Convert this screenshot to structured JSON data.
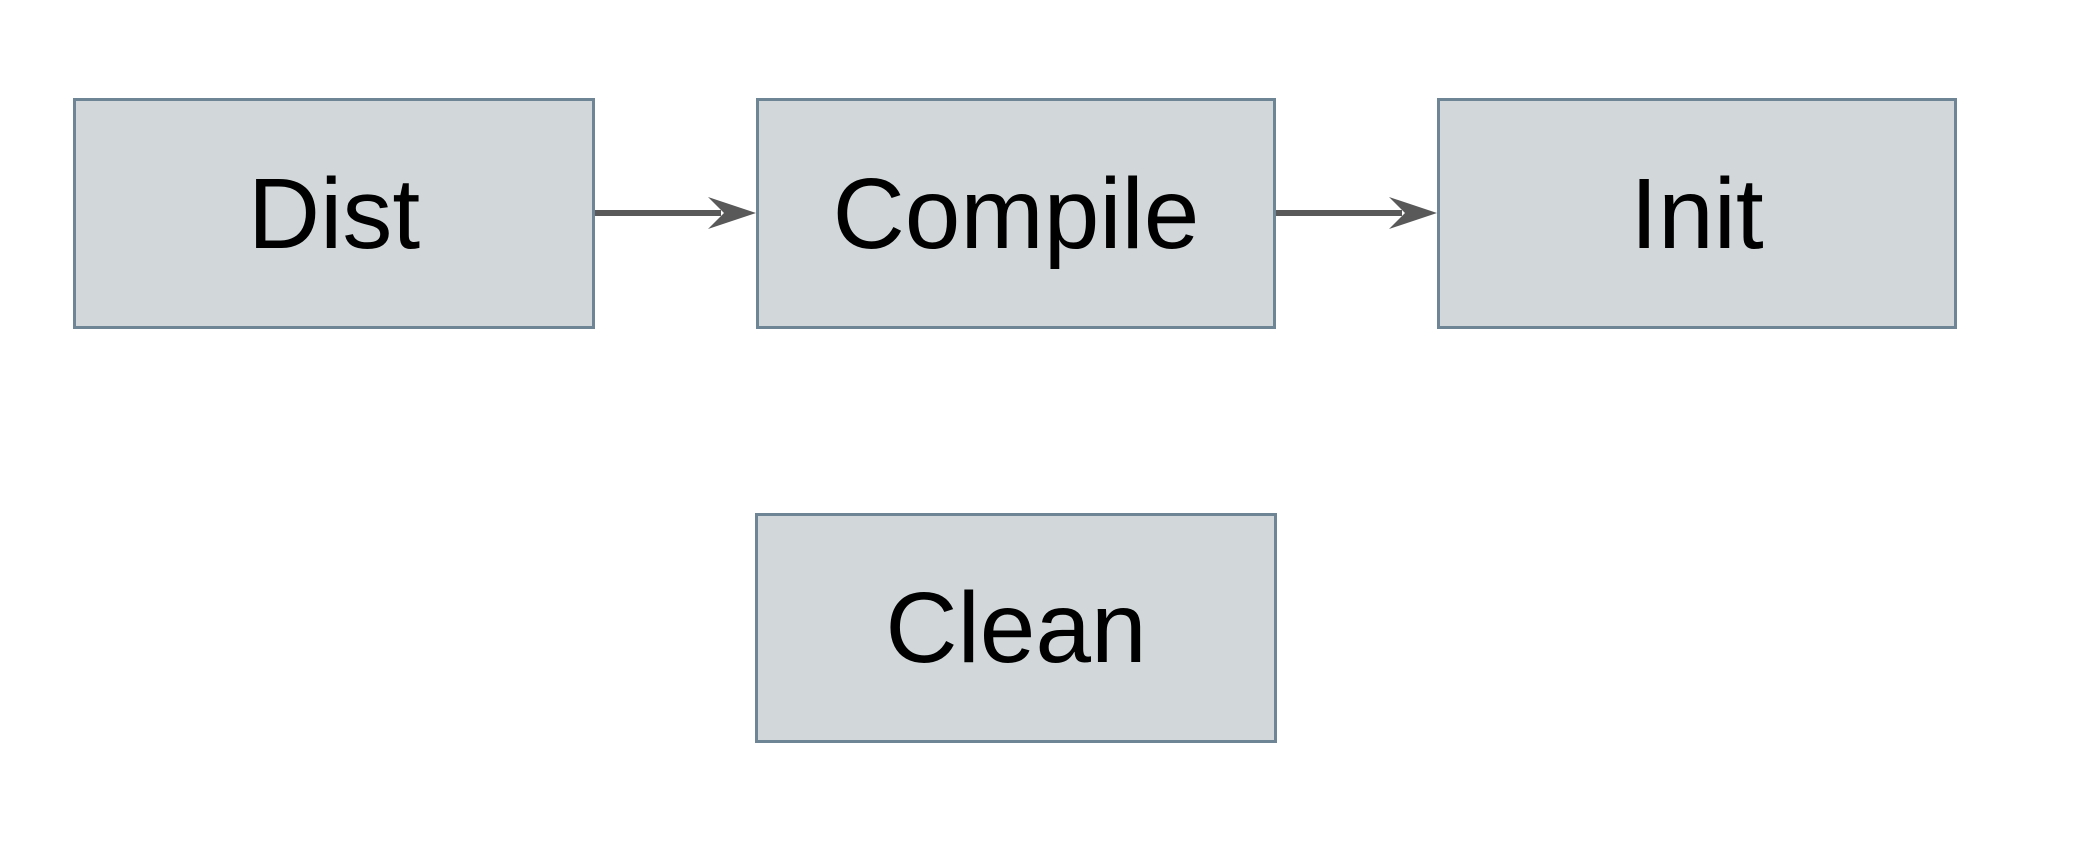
{
  "diagram": {
    "type": "flowchart",
    "nodes": [
      {
        "id": "dist",
        "label": "Dist"
      },
      {
        "id": "compile",
        "label": "Compile"
      },
      {
        "id": "init",
        "label": "Init"
      },
      {
        "id": "clean",
        "label": "Clean"
      }
    ],
    "edges": [
      {
        "from": "Dist",
        "to": "Compile",
        "direction": "right"
      },
      {
        "from": "Compile",
        "to": "Init",
        "direction": "right"
      }
    ],
    "colors": {
      "node_fill": "#d2d8da",
      "node_border": "#6e8595",
      "arrow": "#595959",
      "text": "#000000",
      "background": "#ffffff"
    }
  }
}
